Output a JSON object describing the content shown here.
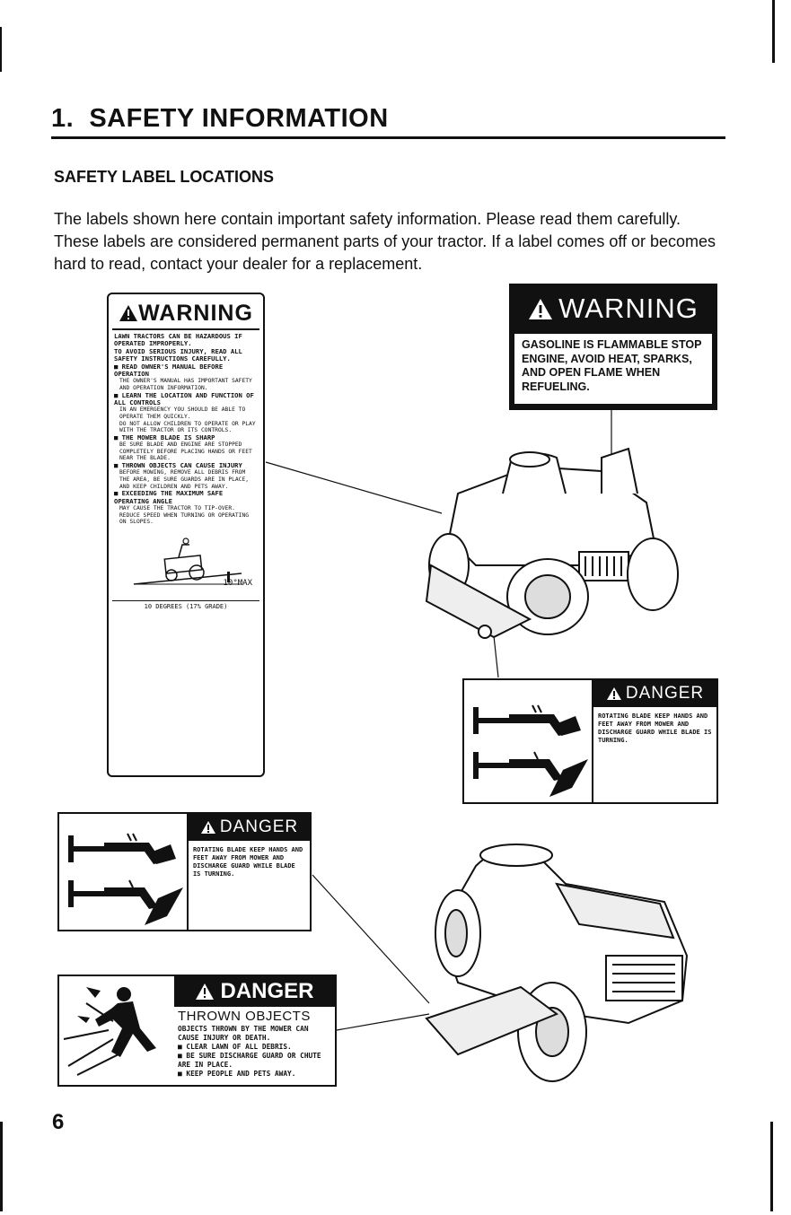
{
  "section": {
    "number": "1.",
    "title": "SAFETY INFORMATION"
  },
  "subsection": {
    "title": "SAFETY LABEL LOCATIONS"
  },
  "intro": "The labels shown here contain important safety information. Please read them carefully. These labels are considered permanent parts of your tractor. If a label comes off or becomes hard to read, contact your dealer for a replacement.",
  "warning_tall": {
    "heading": "WARNING",
    "lines": [
      {
        "text": "LAWN TRACTORS CAN BE HAZARDOUS IF OPERATED IMPROPERLY.",
        "sub": false
      },
      {
        "text": "TO AVOID SERIOUS INJURY, READ ALL SAFETY INSTRUCTIONS CAREFULLY.",
        "sub": false
      },
      {
        "text": "■ READ OWNER'S MANUAL BEFORE OPERATION",
        "sub": false
      },
      {
        "text": "THE OWNER'S MANUAL HAS IMPORTANT SAFETY AND OPERATION INFORMATION.",
        "sub": true
      },
      {
        "text": "■ LEARN THE LOCATION AND FUNCTION OF ALL CONTROLS",
        "sub": false
      },
      {
        "text": "IN AN EMERGENCY YOU SHOULD BE ABLE TO OPERATE THEM QUICKLY.",
        "sub": true
      },
      {
        "text": "DO NOT ALLOW CHILDREN TO OPERATE OR PLAY WITH THE TRACTOR OR ITS CONTROLS.",
        "sub": true
      },
      {
        "text": "■ THE MOWER BLADE IS SHARP",
        "sub": false
      },
      {
        "text": "BE SURE BLADE AND ENGINE ARE STOPPED COMPLETELY BEFORE PLACING HANDS OR FEET NEAR THE BLADE.",
        "sub": true
      },
      {
        "text": "■ THROWN OBJECTS CAN CAUSE INJURY",
        "sub": false
      },
      {
        "text": "BEFORE MOWING, REMOVE ALL DEBRIS FROM THE AREA, BE SURE GUARDS ARE IN PLACE, AND KEEP CHILDREN AND PETS AWAY.",
        "sub": true
      },
      {
        "text": "■ EXCEEDING THE MAXIMUM SAFE OPERATING ANGLE",
        "sub": false
      },
      {
        "text": "MAY CAUSE THE TRACTOR TO TIP-OVER. REDUCE SPEED WHEN TURNING OR OPERATING ON SLOPES.",
        "sub": true
      }
    ],
    "slope_max": "10°MAX",
    "slope_caption": "10 DEGREES (17% GRADE)"
  },
  "warning_gas": {
    "heading": "WARNING",
    "body": "GASOLINE IS FLAMMABLE STOP ENGINE, AVOID HEAT, SPARKS, AND OPEN FLAME WHEN REFUELING."
  },
  "danger_blade_right": {
    "heading": "DANGER",
    "body": "ROTATING BLADE KEEP HANDS AND FEET AWAY FROM MOWER AND DISCHARGE GUARD WHILE BLADE IS TURNING."
  },
  "danger_blade_left": {
    "heading": "DANGER",
    "body": "ROTATING BLADE KEEP HANDS AND FEET AWAY FROM MOWER AND DISCHARGE GUARD WHILE BLADE IS TURNING."
  },
  "danger_thrown": {
    "heading": "DANGER",
    "title": "THROWN OBJECTS",
    "lines": [
      "OBJECTS THROWN BY THE MOWER CAN CAUSE INJURY OR DEATH.",
      "■ CLEAR LAWN OF ALL DEBRIS.",
      "■ BE SURE DISCHARGE GUARD OR CHUTE ARE IN PLACE.",
      "■ KEEP PEOPLE AND PETS AWAY."
    ]
  },
  "page_number": "6"
}
